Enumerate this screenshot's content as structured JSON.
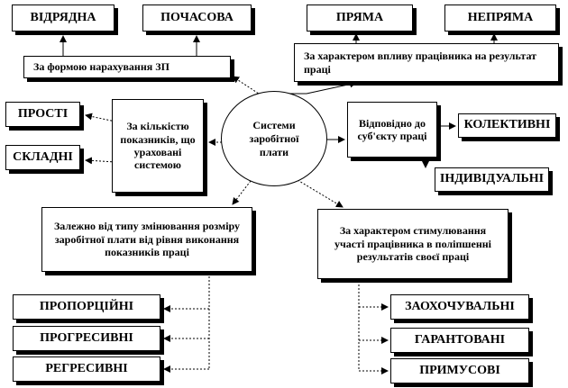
{
  "center": "Системи заробітної плати",
  "form_group": {
    "title": "За формою нарахування ЗП",
    "items": [
      "ВІДРЯДНА",
      "ПОЧАСОВА"
    ]
  },
  "influence_group": {
    "title": "За характером впливу працівника на результат праці",
    "items": [
      "ПРЯМА",
      "НЕПРЯМА"
    ]
  },
  "indicators_group": {
    "title": "За кількістю показників, що ураховані системою",
    "items": [
      "ПРОСТІ",
      "СКЛАДНІ"
    ]
  },
  "subject_group": {
    "title": "Відповідно до суб'єкту праці",
    "items": [
      "КОЛЕКТИВНІ",
      "ІНДИВІДУАЛЬНІ"
    ]
  },
  "dependency_group": {
    "title": "Залежно від типу змінювання розміру заробітної плати від рівня виконання показників праці",
    "items": [
      "ПРОПОРЦІЙНІ",
      "ПРОГРЕСИВНІ",
      "РЕГРЕСИВНІ"
    ]
  },
  "stimulation_group": {
    "title": "За характером стимулювання участі працівника в поліпшенні результатів своєї праці",
    "items": [
      "ЗАОХОЧУВАЛЬНІ",
      "ГАРАНТОВАНІ",
      "ПРИМУСОВІ"
    ]
  }
}
